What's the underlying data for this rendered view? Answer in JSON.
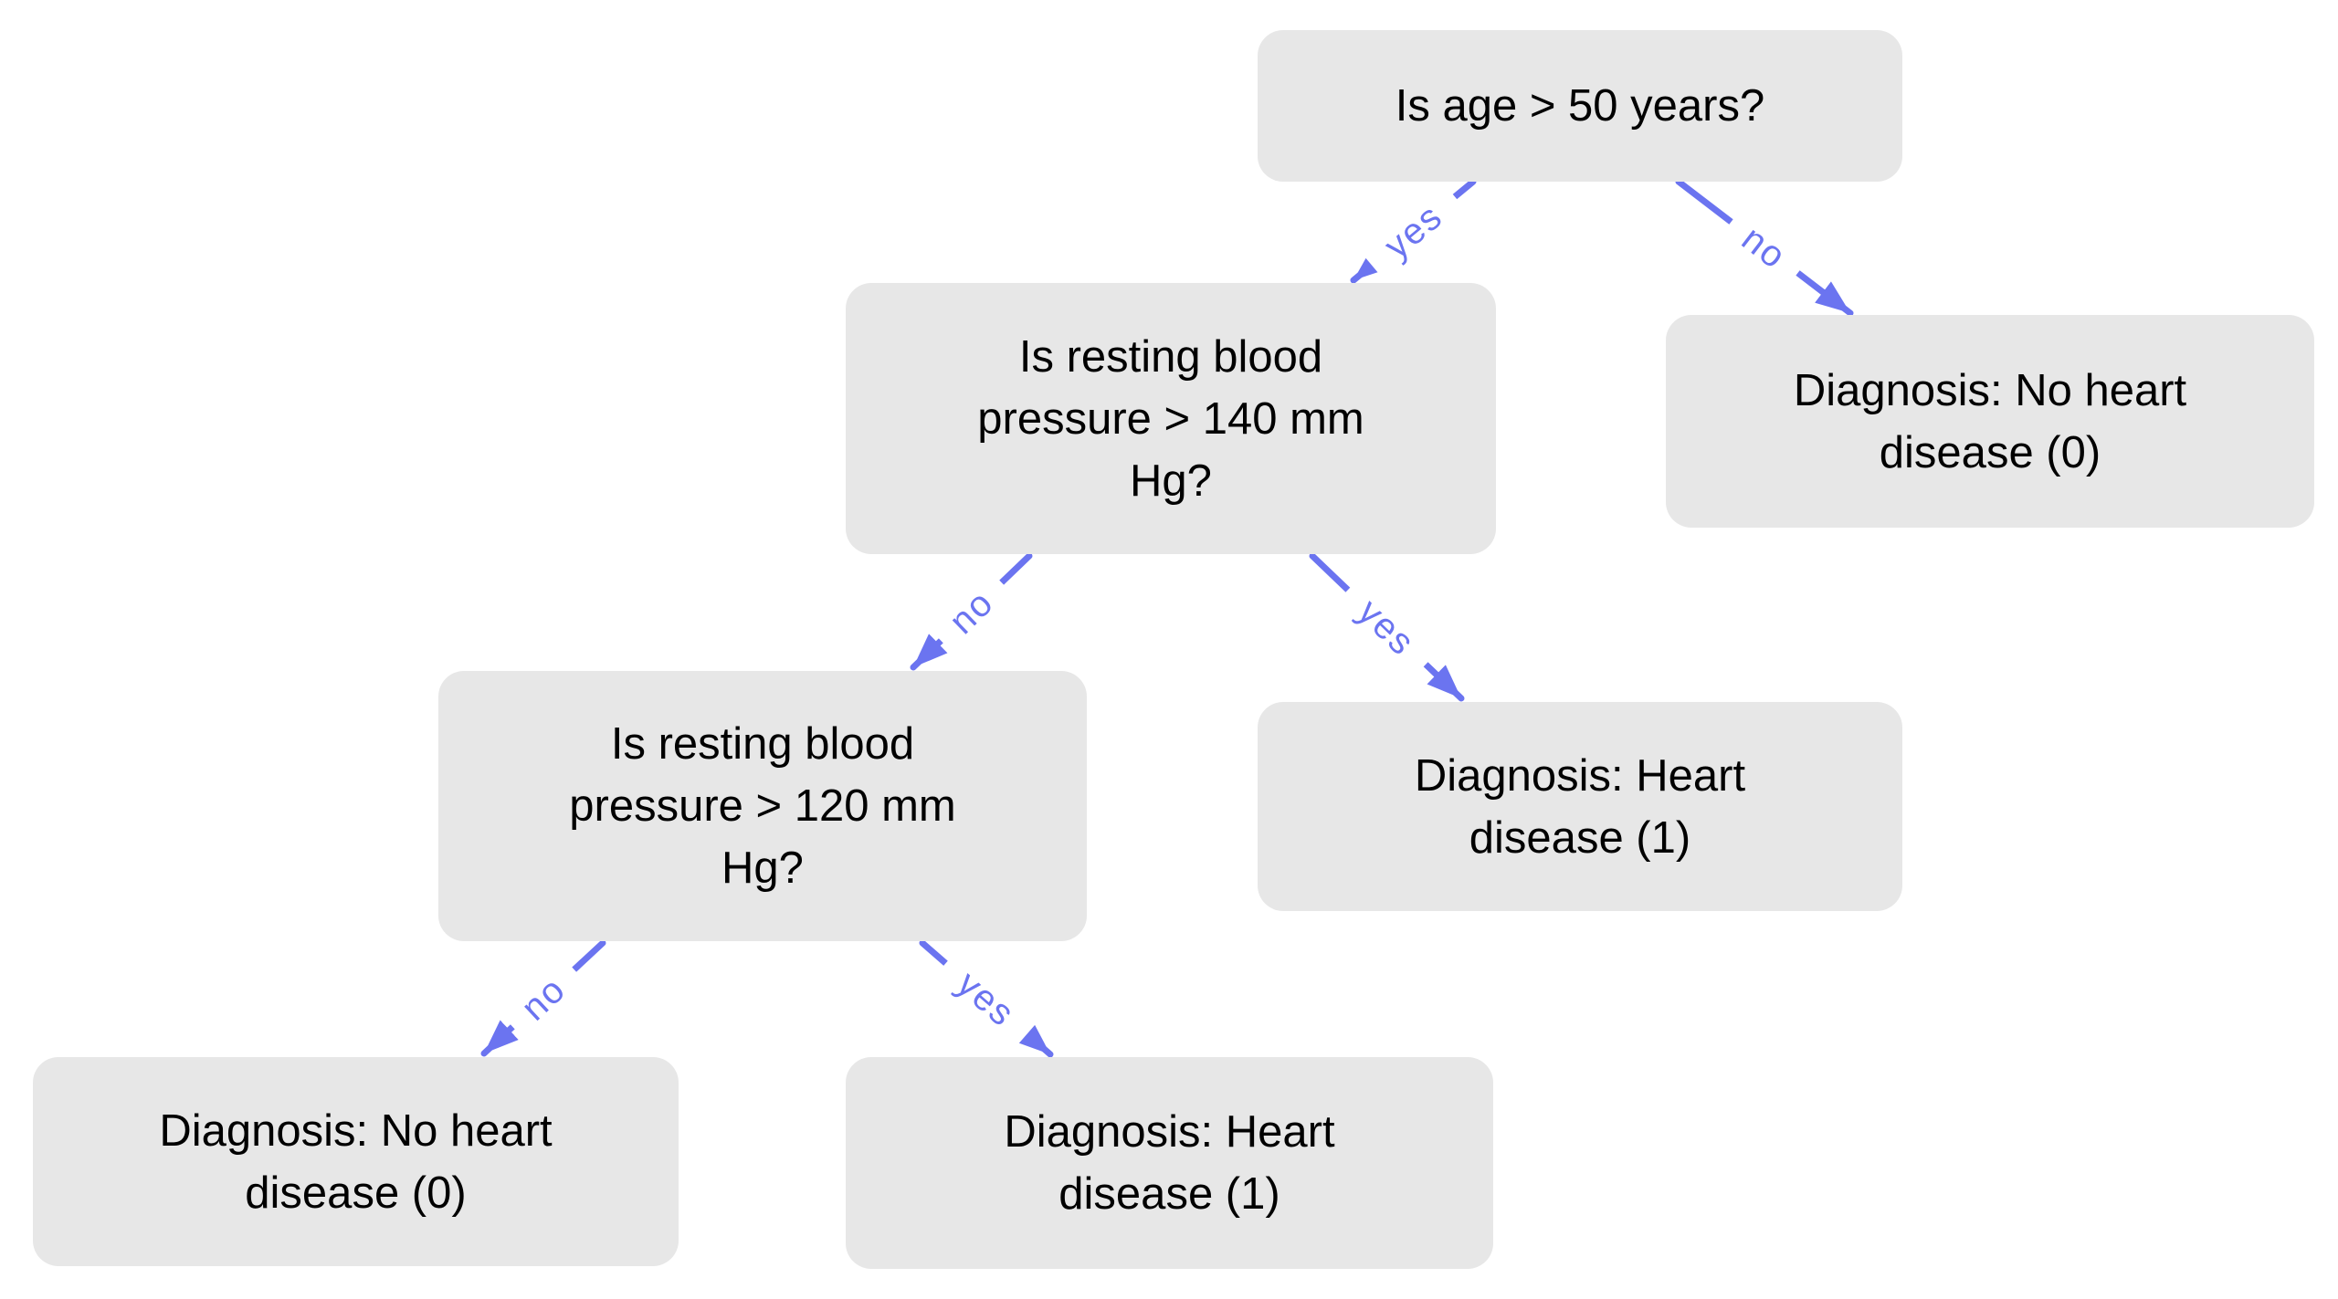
{
  "diagram": {
    "type": "decision-tree",
    "topic": "Heart disease diagnosis",
    "colors": {
      "background": "#ffffff",
      "node_fill": "#e7e7e7",
      "node_text": "#000000",
      "edge": "#6b74f0"
    },
    "nodes": {
      "root": {
        "id": "root",
        "kind": "decision",
        "label": "Is age > 50 years?"
      },
      "bp140": {
        "id": "bp140",
        "kind": "decision",
        "label": "Is resting blood\npressure > 140 mm\nHg?"
      },
      "no_hd_top": {
        "id": "no_hd_top",
        "kind": "leaf",
        "label": "Diagnosis: No heart\ndisease (0)"
      },
      "bp120": {
        "id": "bp120",
        "kind": "decision",
        "label": "Is resting blood\npressure > 120 mm\nHg?"
      },
      "hd_mid": {
        "id": "hd_mid",
        "kind": "leaf",
        "label": "Diagnosis: Heart\ndisease (1)"
      },
      "no_hd_bottom": {
        "id": "no_hd_bottom",
        "kind": "leaf",
        "label": "Diagnosis: No heart\ndisease (0)"
      },
      "hd_bottom": {
        "id": "hd_bottom",
        "kind": "leaf",
        "label": "Diagnosis: Heart\ndisease (1)"
      }
    },
    "edges": [
      {
        "from": "root",
        "to": "bp140",
        "label": "yes"
      },
      {
        "from": "root",
        "to": "no_hd_top",
        "label": "no"
      },
      {
        "from": "bp140",
        "to": "bp120",
        "label": "no"
      },
      {
        "from": "bp140",
        "to": "hd_mid",
        "label": "yes"
      },
      {
        "from": "bp120",
        "to": "no_hd_bottom",
        "label": "no"
      },
      {
        "from": "bp120",
        "to": "hd_bottom",
        "label": "yes"
      }
    ]
  }
}
